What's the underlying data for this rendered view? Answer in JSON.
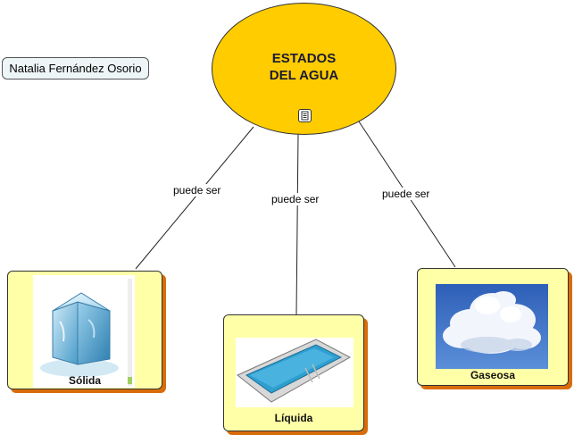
{
  "author": "Natalia Fernández Osorio",
  "main": {
    "title_line1": "ESTADOS",
    "title_line2": "DEL AGUA",
    "icon": "document-icon"
  },
  "links": [
    {
      "label": "puede ser"
    },
    {
      "label": "puede ser"
    },
    {
      "label": "puede ser"
    }
  ],
  "nodes": [
    {
      "label": "Sólida",
      "image": "ice-cube"
    },
    {
      "label": "Líquida",
      "image": "swimming-pool"
    },
    {
      "label": "Gaseosa",
      "image": "clouds"
    }
  ],
  "colors": {
    "main_fill": "#ffcc00",
    "node_fill": "#ffffa8",
    "node_shadow": "#d96c0a",
    "author_fill": "#eef5f7"
  }
}
